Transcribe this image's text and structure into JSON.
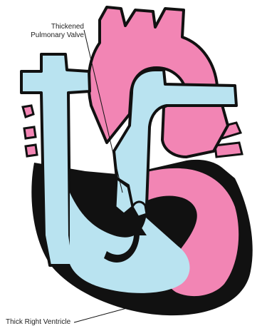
{
  "diagram": {
    "labels": {
      "valve": [
        "Thickened",
        "Pulmonary Valve"
      ],
      "ventricle": "Thick Right Ventricle"
    },
    "colors": {
      "deoxygenated": "#b9e3f0",
      "oxygenated": "#f285b4",
      "muscle": "#111111",
      "background": "#ffffff"
    }
  }
}
